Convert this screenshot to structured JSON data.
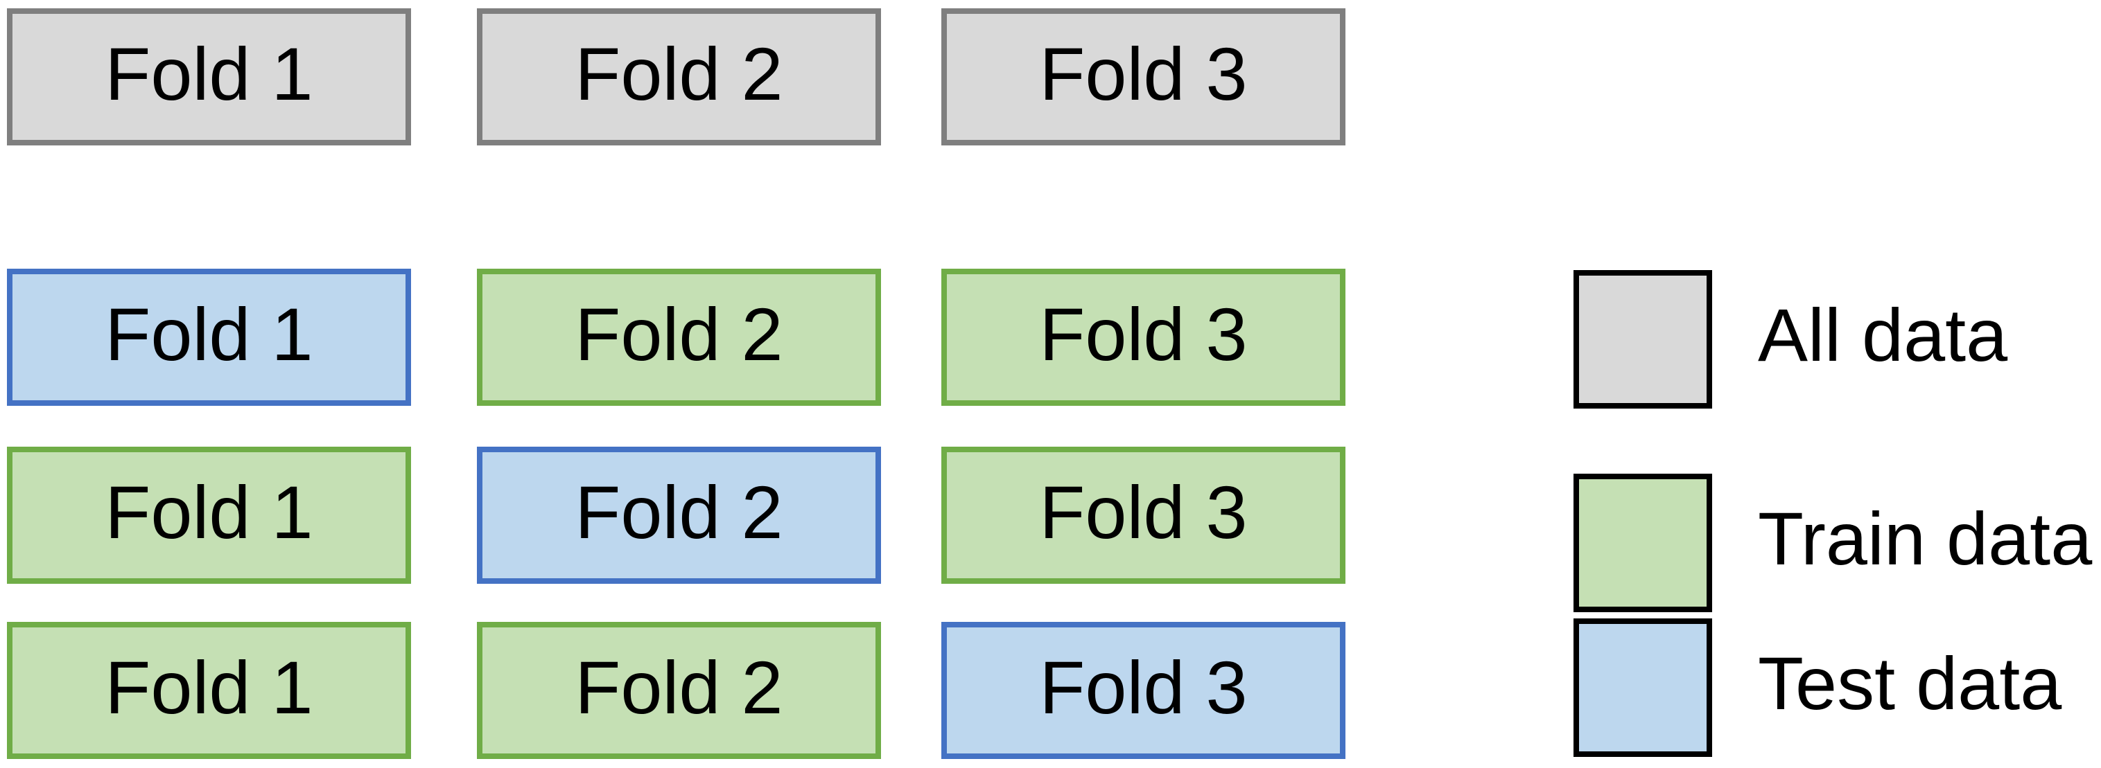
{
  "colors": {
    "all": {
      "fill": "#d9d9d9",
      "border": "#7f7f7f"
    },
    "train": {
      "fill": "#c5e0b4",
      "border": "#70ad47"
    },
    "test": {
      "fill": "#bdd7ee",
      "border": "#4472c4"
    }
  },
  "rows": [
    {
      "name": "all-data-row",
      "boxes": [
        {
          "label": "Fold 1",
          "type": "all"
        },
        {
          "label": "Fold 2",
          "type": "all"
        },
        {
          "label": "Fold 3",
          "type": "all"
        }
      ]
    },
    {
      "name": "split-1",
      "boxes": [
        {
          "label": "Fold 1",
          "type": "test"
        },
        {
          "label": "Fold 2",
          "type": "train"
        },
        {
          "label": "Fold 3",
          "type": "train"
        }
      ]
    },
    {
      "name": "split-2",
      "boxes": [
        {
          "label": "Fold 1",
          "type": "train"
        },
        {
          "label": "Fold 2",
          "type": "test"
        },
        {
          "label": "Fold 3",
          "type": "train"
        }
      ]
    },
    {
      "name": "split-3",
      "boxes": [
        {
          "label": "Fold 1",
          "type": "train"
        },
        {
          "label": "Fold 2",
          "type": "train"
        },
        {
          "label": "Fold 3",
          "type": "test"
        }
      ]
    }
  ],
  "legend": {
    "items": [
      {
        "label": "All data",
        "type": "all"
      },
      {
        "label": "Train data",
        "type": "train"
      },
      {
        "label": "Test data",
        "type": "test"
      }
    ]
  }
}
